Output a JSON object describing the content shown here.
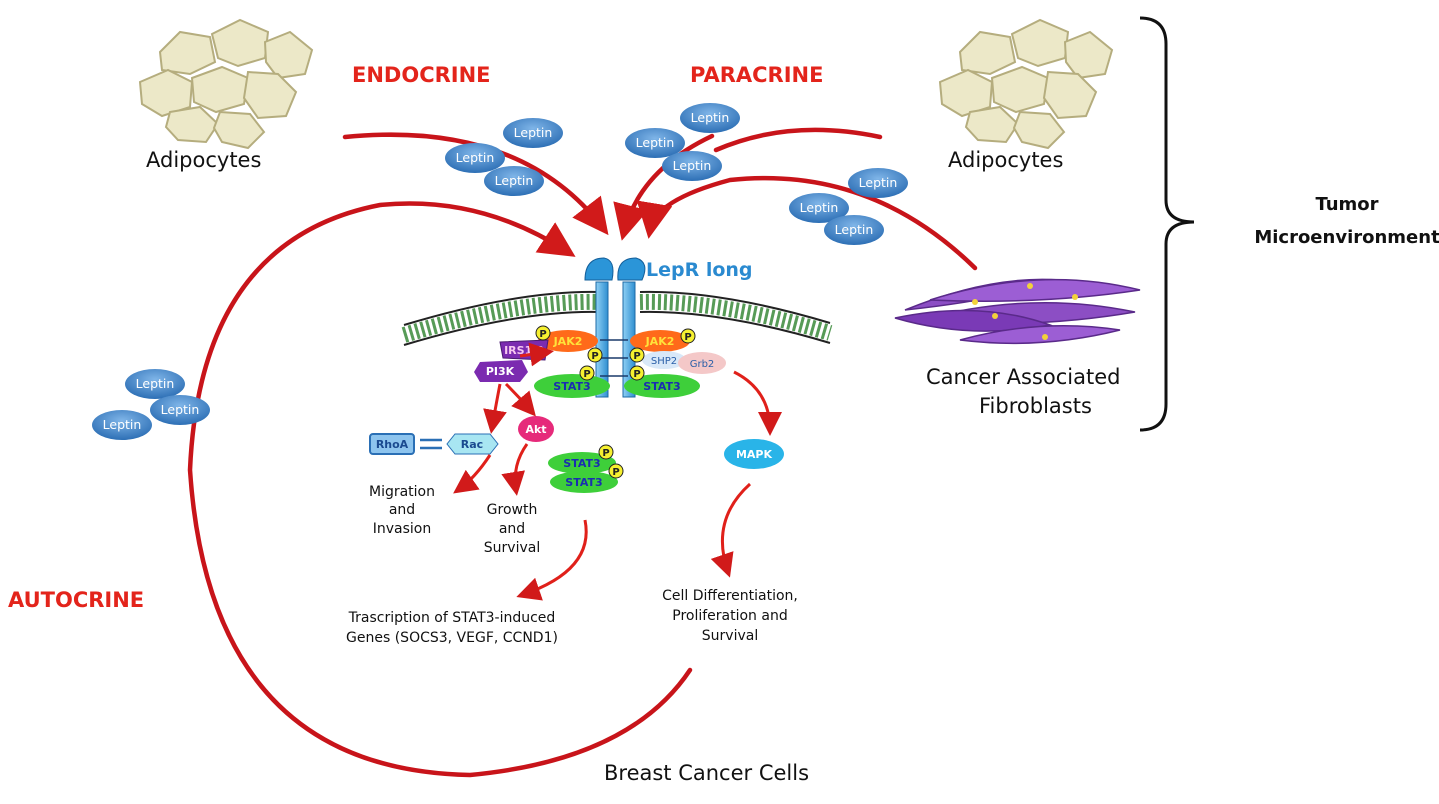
{
  "labels": {
    "endocrine": "ENDOCRINE",
    "paracrine": "PARACRINE",
    "autocrine": "AUTOCRINE",
    "adipocytes_left": "Adipocytes",
    "adipocytes_right": "Adipocytes",
    "caf_line1": "Cancer Associated",
    "caf_line2": "Fibroblasts",
    "tumor_line1": "Tumor",
    "tumor_line2": "Microenvironment",
    "lepr": "LepR long",
    "breast_cancer": "Breast Cancer Cells",
    "migration": [
      "Migration",
      "and",
      "Invasion"
    ],
    "growth": [
      "Growth",
      "and",
      "Survival"
    ],
    "transcription": [
      "Trascription of STAT3-induced",
      "Genes (SOCS3, VEGF, CCND1)"
    ],
    "differentiation": [
      "Cell Differentiation,",
      "Proliferation and",
      "Survival"
    ]
  },
  "molecules": {
    "leptin": "Leptin",
    "jak2": "JAK2",
    "irs": "IRS1/2",
    "pi3k": "PI3K",
    "shp2": "SHP2",
    "grb2": "Grb2",
    "stat3": "STAT3",
    "akt": "Akt",
    "rhoa": "RhoA",
    "rac": "Rac",
    "mapk": "MAPK",
    "phospho": "P"
  },
  "colors": {
    "arrow": "#d11a1a",
    "mode_text": "#e3241b",
    "leptin": "#3d7fc4",
    "jak2": "#ff6a1a",
    "stat3": "#3ecf3a",
    "receptor": "#4fa9e0",
    "caf": "#8c4ec4",
    "adipocyte": "#ece8c8"
  }
}
